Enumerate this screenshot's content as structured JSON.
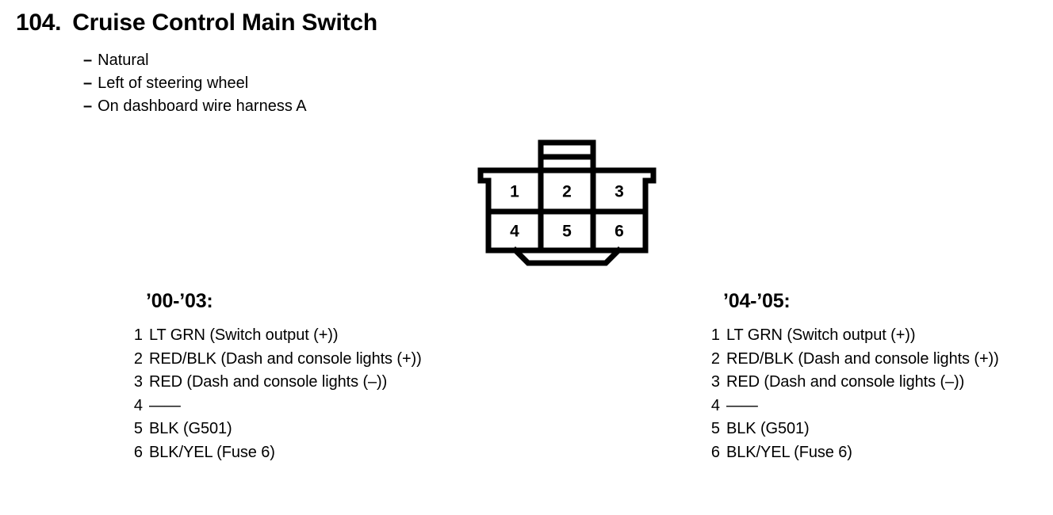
{
  "title": {
    "number": "104.",
    "text": "Cruise Control Main Switch"
  },
  "bullets": [
    {
      "marker": "–",
      "text": "Natural"
    },
    {
      "marker": "–",
      "text": "Left of steering wheel"
    },
    {
      "marker": "–",
      "text": "On dashboard wire harness A"
    }
  ],
  "connector": {
    "name": "6-pin connector",
    "pins": [
      {
        "label": "1"
      },
      {
        "label": "2"
      },
      {
        "label": "3"
      },
      {
        "label": "4"
      },
      {
        "label": "5"
      },
      {
        "label": "6"
      }
    ]
  },
  "pinout_columns": [
    {
      "heading": "’00-’03:",
      "pins": [
        {
          "index": "1",
          "desc": "LT GRN (Switch output (+))"
        },
        {
          "index": "2",
          "desc": "RED/BLK (Dash and console lights (+))"
        },
        {
          "index": "3",
          "desc": "RED (Dash and console lights (–))"
        },
        {
          "index": "4",
          "desc": "——"
        },
        {
          "index": "5",
          "desc": "BLK (G501)"
        },
        {
          "index": "6",
          "desc": "BLK/YEL (Fuse 6)"
        }
      ]
    },
    {
      "heading": "’04-’05:",
      "pins": [
        {
          "index": "1",
          "desc": "LT GRN (Switch output (+))"
        },
        {
          "index": "2",
          "desc": "RED/BLK (Dash and console lights (+))"
        },
        {
          "index": "3",
          "desc": "RED (Dash and console lights (–))"
        },
        {
          "index": "4",
          "desc": "——"
        },
        {
          "index": "5",
          "desc": "BLK (G501)"
        },
        {
          "index": "6",
          "desc": "BLK/YEL (Fuse 6)"
        }
      ]
    }
  ],
  "colors": {
    "ink": "#000000",
    "page": "#ffffff"
  }
}
